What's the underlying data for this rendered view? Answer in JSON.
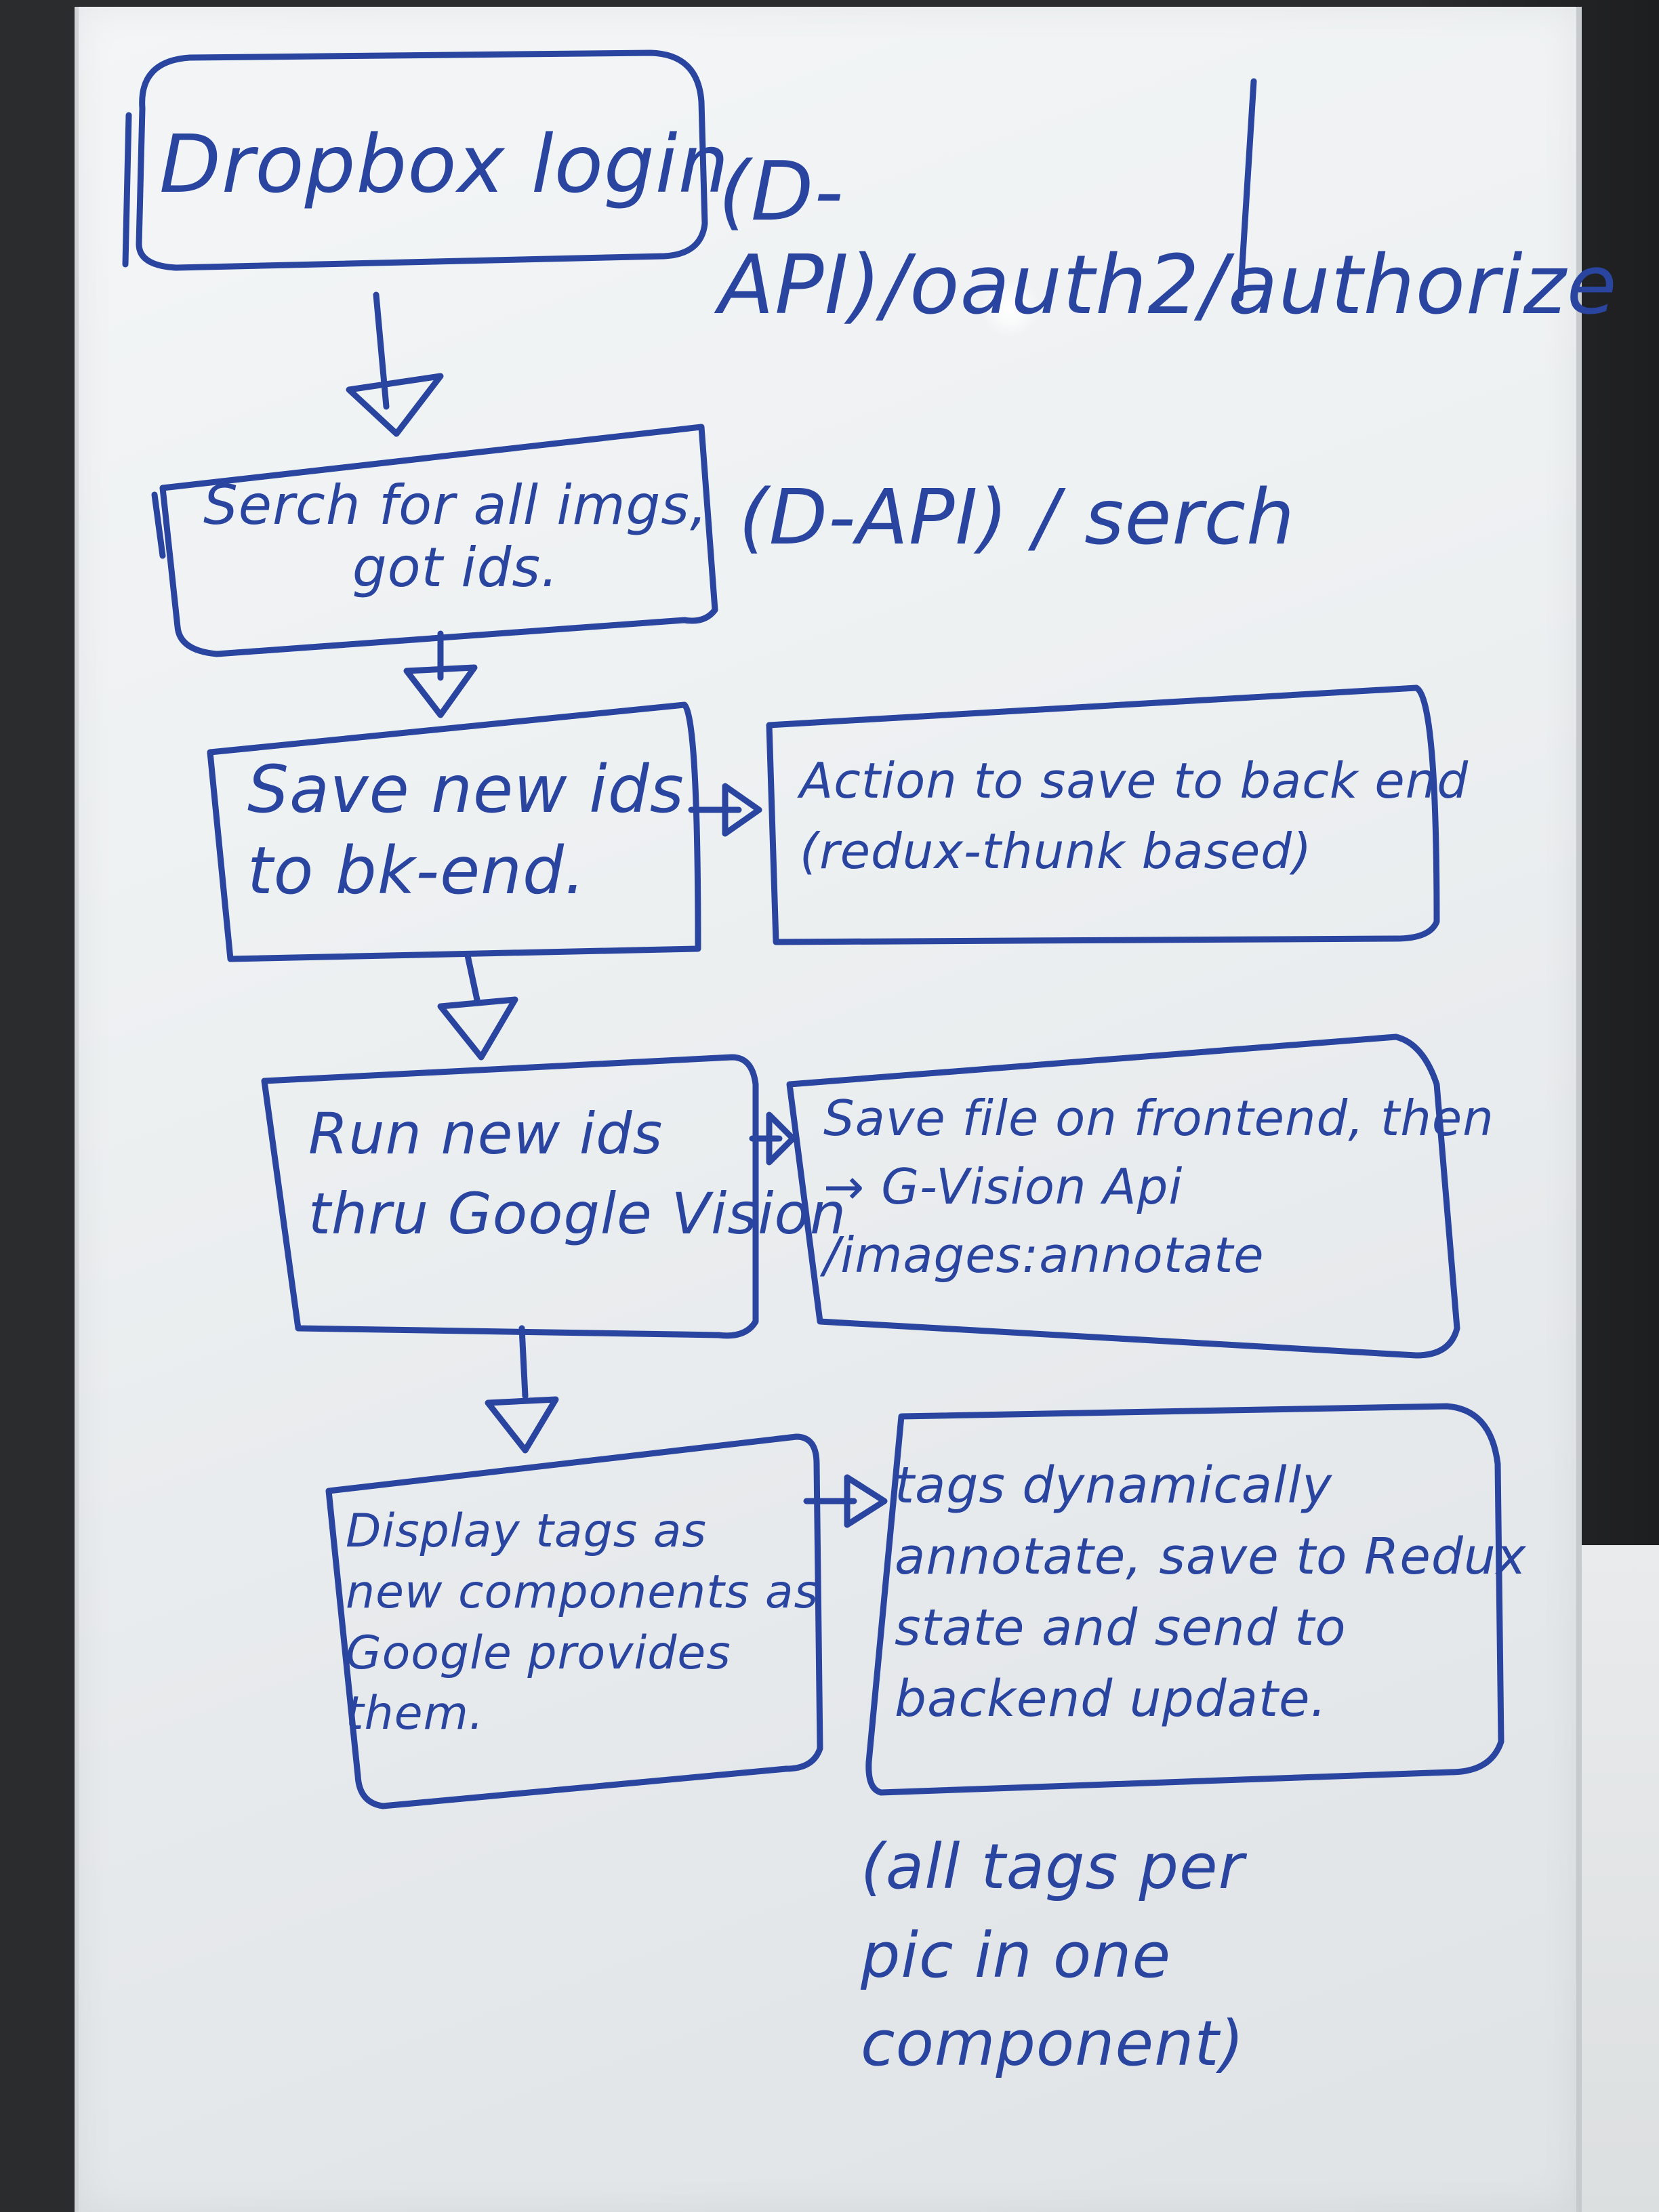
{
  "whiteboard": {
    "ink_color": "#2a45a0",
    "boxes": {
      "dropbox_login": "Dropbox login",
      "search_images": "Serch for all imgs,\ngot ids.",
      "save_ids": "Save new ids\nto bk-end.",
      "save_action": "Action to save to back end\n(redux-thunk based)",
      "run_vision": "Run new ids\nthru Google Vision",
      "vision_detail": "Save file on frontend, then\n→ G-Vision Api\n/images:annotate",
      "display_tags": "Display tags as\nnew components as\nGoogle provides\nthem.",
      "tags_annotate": "tags dynamically\nannotate, save to Redux\nstate and send to\nbackend update."
    },
    "notes": {
      "oauth_endpoint": "(D-API)/oauth2/authorize",
      "search_endpoint": "(D-API) / serch",
      "tags_note": "(all tags per\npic in one\ncomponent)"
    }
  }
}
